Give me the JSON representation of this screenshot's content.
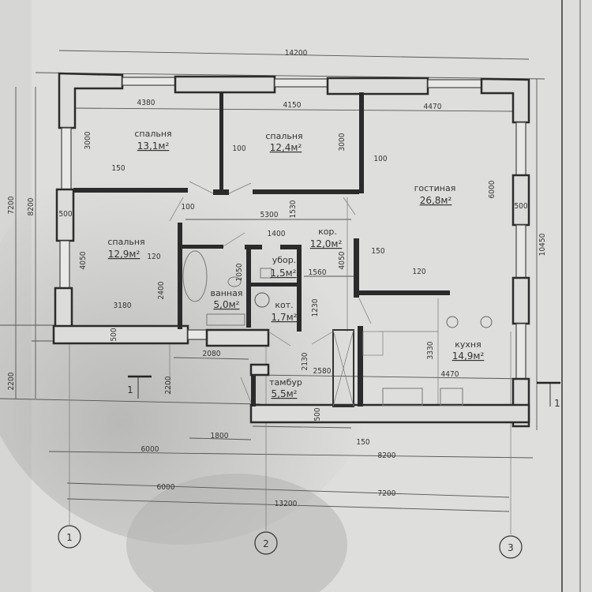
{
  "rooms": [
    {
      "name": "спальня",
      "area": "13,1м²"
    },
    {
      "name": "спальня",
      "area": "12,4м²"
    },
    {
      "name": "гостиная",
      "area": "26,8м²"
    },
    {
      "name": "спальня",
      "area": "12,9м²"
    },
    {
      "name": "кор.",
      "area": "12,0м²"
    },
    {
      "name": "убор.",
      "area": "1,5м²"
    },
    {
      "name": "ванная",
      "area": "5,0м²"
    },
    {
      "name": "кот.",
      "area": "1,7м²"
    },
    {
      "name": "кухня",
      "area": "14,9м²"
    },
    {
      "name": "тамбур",
      "area": "5,5м²"
    }
  ],
  "dims": [
    "14200",
    "4380",
    "4150",
    "4470",
    "3000",
    "100",
    "3000",
    "100",
    "150",
    "6000",
    "500",
    "100",
    "5300",
    "1530",
    "500",
    "1400",
    "4050",
    "120",
    "150",
    "1050",
    "1560",
    "4050",
    "120",
    "10450",
    "2400",
    "3180",
    "1230",
    "500",
    "2080",
    "3330",
    "2130",
    "2580",
    "4470",
    "2200",
    "500",
    "150",
    "1800",
    "6000",
    "8200",
    "6000",
    "7200",
    "13200",
    "7200",
    "8200",
    "2200"
  ],
  "section_marks": [
    "1",
    "1"
  ],
  "axes": [
    "1",
    "2",
    "3"
  ]
}
